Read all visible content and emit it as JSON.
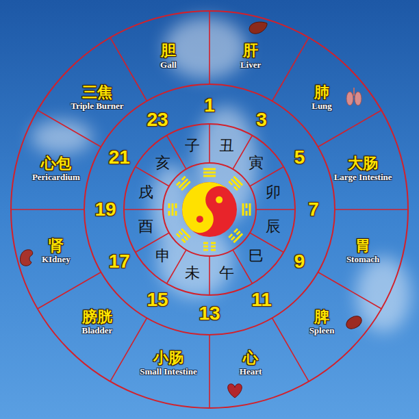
{
  "diagram": {
    "nodes": [
      {
        "text": [
          "胆",
          "Gall"
        ]
      },
      {
        "text": [
          "肝",
          "Liver"
        ]
      },
      {
        "text": [
          "肺",
          "Lung"
        ]
      },
      {
        "text": [
          "大肠",
          "Large Intestine"
        ]
      },
      {
        "text": [
          "胃",
          "Stomach"
        ]
      },
      {
        "text": [
          "脾",
          "Spleen"
        ]
      },
      {
        "text": [
          "心",
          "Heart"
        ]
      },
      {
        "text": [
          "小肠",
          "Small Intestine"
        ]
      },
      {
        "text": [
          "膀胱",
          "Bladder"
        ]
      },
      {
        "text": [
          "肾",
          "KIdney"
        ]
      },
      {
        "text": [
          "心包",
          "Pericardium"
        ]
      },
      {
        "text": [
          "三焦",
          "Triple Burner"
        ]
      },
      {
        "text": [
          "子"
        ]
      },
      {
        "text": [
          "丑"
        ]
      },
      {
        "text": [
          "寅"
        ]
      },
      {
        "text": [
          "卯"
        ]
      },
      {
        "text": [
          "辰"
        ]
      },
      {
        "text": [
          "巳"
        ]
      },
      {
        "text": [
          "午"
        ]
      },
      {
        "text": [
          "未"
        ]
      },
      {
        "text": [
          "申"
        ]
      },
      {
        "text": [
          "酉"
        ]
      },
      {
        "text": [
          "戌"
        ]
      },
      {
        "text": [
          "亥"
        ]
      }
    ],
    "labels": [
      "1",
      "3",
      "5",
      "7",
      "9",
      "11",
      "13",
      "15",
      "17",
      "19",
      "21",
      "23"
    ]
  }
}
